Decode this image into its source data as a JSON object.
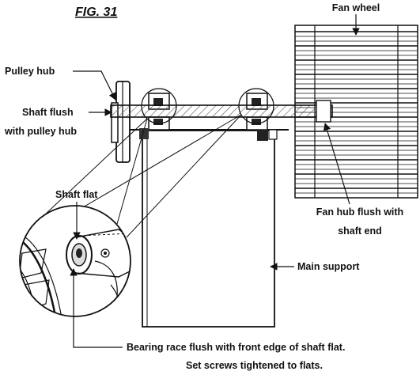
{
  "figure_label": "FIG. 31",
  "labels": {
    "fan_wheel": "Fan wheel",
    "pulley_hub": "Pulley hub",
    "shaft_flush_line1": "Shaft flush",
    "shaft_flush_line2": "with pulley hub",
    "shaft_flat": "Shaft flat",
    "fan_hub_line1": "Fan hub flush with",
    "fan_hub_line2": "shaft end",
    "main_support": "Main support",
    "bearing_line1": "Bearing race flush with front edge of shaft flat.",
    "bearing_line2": "Set screws tightened to flats."
  },
  "colors": {
    "ink": "#111111",
    "paper": "#ffffff",
    "hatch": "#555555"
  }
}
